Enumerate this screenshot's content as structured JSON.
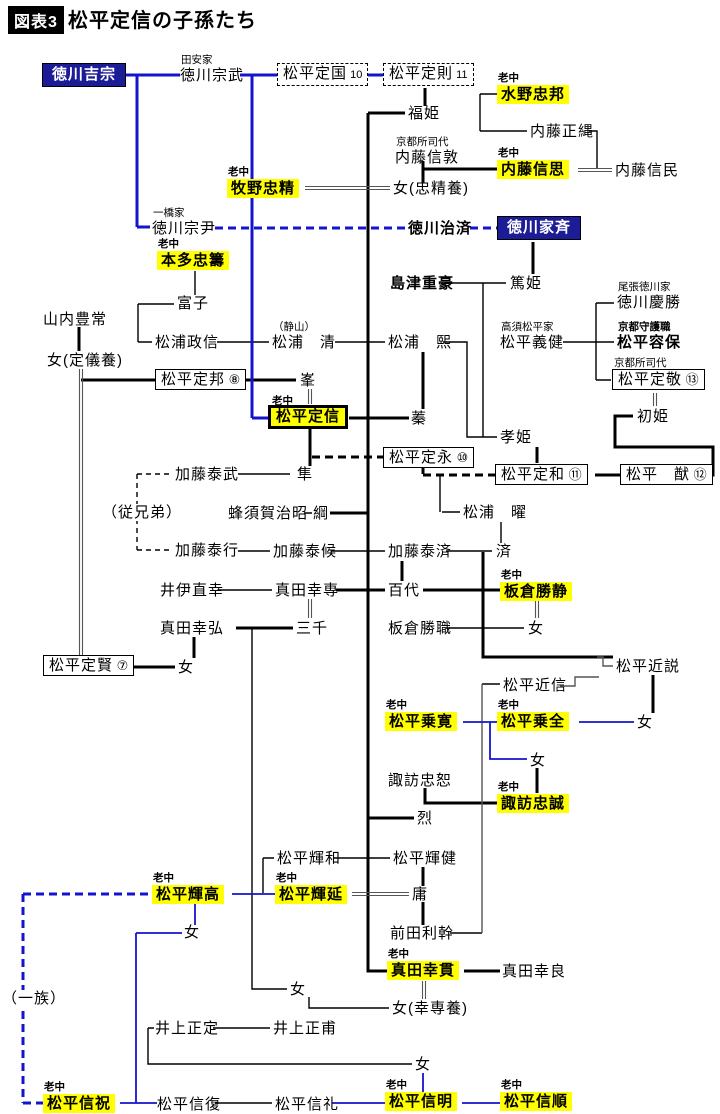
{
  "header": {
    "badge": "図表3",
    "title": "松平定信の子孫たち"
  },
  "nodes": [
    {
      "id": "tokugawa-yoshimune",
      "name": "徳川吉宗",
      "style": "navy"
    },
    {
      "id": "tokugawa-munetake",
      "name": "徳川宗武",
      "sub": "田安家",
      "style": "plain"
    },
    {
      "id": "matsudaira-sadakuni",
      "name": "松平定国",
      "num": "10",
      "style": "dbox"
    },
    {
      "id": "matsudaira-sadanori",
      "name": "松平定則",
      "num": "11",
      "style": "dbox"
    },
    {
      "id": "fukuhime",
      "name": "福姫",
      "style": "plain"
    },
    {
      "id": "mizuno-tadakuni",
      "name": "水野忠邦",
      "sub": "老中",
      "style": "ybox"
    },
    {
      "id": "naito-masatsuna",
      "name": "内藤正縄",
      "style": "plain"
    },
    {
      "id": "naito-nobuatsu",
      "name": "内藤信敦",
      "sub": "京都所司代",
      "style": "plain"
    },
    {
      "id": "naito-nobuomi",
      "name": "内藤信思",
      "sub": "老中",
      "style": "ybox"
    },
    {
      "id": "naito-nobutami",
      "name": "内藤信民",
      "style": "plain"
    },
    {
      "id": "makino-tadakiyo",
      "name": "牧野忠精",
      "sub": "老中",
      "style": "ybox"
    },
    {
      "id": "onna-tadakiyo",
      "name": "女(忠精養)",
      "style": "plain"
    },
    {
      "id": "tokugawa-munetada",
      "name": "徳川宗尹",
      "sub": "一橋家",
      "style": "plain"
    },
    {
      "id": "tokugawa-harusada",
      "name": "徳川治済",
      "style": "plain bold"
    },
    {
      "id": "tokugawa-ienari",
      "name": "徳川家斉",
      "style": "navy"
    },
    {
      "id": "honda-tadakazu",
      "name": "本多忠籌",
      "sub": "老中",
      "style": "ybox"
    },
    {
      "id": "shimazu-shigehide",
      "name": "島津重豪",
      "style": "plain bold"
    },
    {
      "id": "atsuhime",
      "name": "篤姫",
      "style": "plain"
    },
    {
      "id": "tomiko",
      "name": "富子",
      "style": "plain"
    },
    {
      "id": "tokugawa-yoshikatsu",
      "name": "徳川慶勝",
      "sub": "尾張徳川家",
      "style": "plain"
    },
    {
      "id": "yamauchi-toyotsune",
      "name": "山内豊常",
      "style": "plain"
    },
    {
      "id": "matsuura-masanobu",
      "name": "松浦政信",
      "style": "plain"
    },
    {
      "id": "matsuura-kiyoshi",
      "name": "松浦　清",
      "sub": "（静山）",
      "style": "plain"
    },
    {
      "id": "matsuura-hiroshi",
      "name": "松浦　熙",
      "style": "plain"
    },
    {
      "id": "matsudaira-yoshitake",
      "name": "松平義健",
      "sub": "高須松平家",
      "style": "plain"
    },
    {
      "id": "matsudaira-katamori",
      "name": "松平容保",
      "sub": "京都守護職",
      "style": "plain bold"
    },
    {
      "id": "onna-sadayoshi-yo",
      "name": "女(定儀養)",
      "style": "plain"
    },
    {
      "id": "matsudaira-sadakuni-8",
      "name": "松平定邦",
      "num": "⑧",
      "style": "rbox"
    },
    {
      "id": "mine",
      "name": "峯",
      "style": "plain"
    },
    {
      "id": "matsudaira-sadanobu",
      "name": "松平定信",
      "sub": "老中",
      "style": "ybdr"
    },
    {
      "id": "matsudaira-sadaaki",
      "name": "松平定敬",
      "num": "⑬",
      "sub": "京都所司代",
      "style": "rbox"
    },
    {
      "id": "shin",
      "name": "蓁",
      "style": "plain"
    },
    {
      "id": "hatsuhime",
      "name": "初姫",
      "style": "plain"
    },
    {
      "id": "takahime",
      "name": "孝姫",
      "style": "plain"
    },
    {
      "id": "matsudaira-sadanaga",
      "name": "松平定永",
      "num": "⑩",
      "style": "rbox"
    },
    {
      "id": "kato-yasutake",
      "name": "加藤泰武",
      "style": "plain"
    },
    {
      "id": "hayabusa",
      "name": "隼",
      "style": "plain"
    },
    {
      "id": "itoko-note",
      "name": "（従兄弟）",
      "style": "note"
    },
    {
      "id": "hachisuka-haruaki",
      "name": "蜂須賀治昭",
      "style": "plain"
    },
    {
      "id": "tsuna",
      "name": "綱",
      "style": "plain"
    },
    {
      "id": "matsuura-akira",
      "name": "松浦　曜",
      "style": "plain"
    },
    {
      "id": "matsudaira-sadakazu",
      "name": "松平定和",
      "num": "⑪",
      "style": "rbox"
    },
    {
      "id": "matsudaira-yu",
      "name": "松平　猷",
      "num": "⑫",
      "style": "rbox"
    },
    {
      "id": "kato-yasuyuki",
      "name": "加藤泰行",
      "style": "plain"
    },
    {
      "id": "kato-yasutoki",
      "name": "加藤泰候",
      "style": "plain"
    },
    {
      "id": "kato-yasuzumi",
      "name": "加藤泰済",
      "style": "plain"
    },
    {
      "id": "wataru",
      "name": "済",
      "style": "plain"
    },
    {
      "id": "ii-naohide",
      "name": "井伊直幸",
      "style": "plain"
    },
    {
      "id": "sanada-yukitaka",
      "name": "真田幸専",
      "style": "plain"
    },
    {
      "id": "momoyo",
      "name": "百代",
      "style": "plain"
    },
    {
      "id": "itakura-katsukiyo",
      "name": "板倉勝静",
      "sub": "老中",
      "style": "ybox"
    },
    {
      "id": "sanada-yukihiro",
      "name": "真田幸弘",
      "style": "plain"
    },
    {
      "id": "michi",
      "name": "三千",
      "style": "plain"
    },
    {
      "id": "itakura-katsutsune",
      "name": "板倉勝職",
      "style": "plain"
    },
    {
      "id": "onna-katsukiyo",
      "name": "女",
      "style": "plain"
    },
    {
      "id": "matsudaira-sadayoshi-7",
      "name": "松平定賢",
      "num": "⑦",
      "style": "rbox"
    },
    {
      "id": "onna-sadayoshi7",
      "name": "女",
      "style": "plain"
    },
    {
      "id": "matsudaira-chikayoshi",
      "name": "松平近説",
      "style": "plain"
    },
    {
      "id": "matsudaira-chikanobu",
      "name": "松平近信",
      "style": "plain"
    },
    {
      "id": "matsudaira-norihiro",
      "name": "松平乗寛",
      "sub": "老中",
      "style": "ybox"
    },
    {
      "id": "matsudaira-norimoto",
      "name": "松平乗全",
      "sub": "老中",
      "style": "ybox"
    },
    {
      "id": "onna-chikayoshi",
      "name": "女",
      "style": "plain"
    },
    {
      "id": "onna-norimoto",
      "name": "女",
      "style": "plain"
    },
    {
      "id": "suwa-tadamichi",
      "name": "諏訪忠恕",
      "style": "plain"
    },
    {
      "id": "suwa-tadanao",
      "name": "諏訪忠誠",
      "sub": "老中",
      "style": "ybox"
    },
    {
      "id": "retsu",
      "name": "烈",
      "style": "plain"
    },
    {
      "id": "matsudaira-teruyoshi",
      "name": "松平輝和",
      "style": "plain"
    },
    {
      "id": "matsudaira-terutoshi",
      "name": "松平輝健",
      "style": "plain"
    },
    {
      "id": "matsudaira-terutaka",
      "name": "松平輝高",
      "sub": "老中",
      "style": "ybox"
    },
    {
      "id": "matsudaira-terunobu",
      "name": "松平輝延",
      "sub": "老中",
      "style": "ybox"
    },
    {
      "id": "yo",
      "name": "庸",
      "style": "plain"
    },
    {
      "id": "onna-terutaka",
      "name": "女",
      "style": "plain"
    },
    {
      "id": "maeda-toshitsuyo",
      "name": "前田利幹",
      "style": "plain"
    },
    {
      "id": "sanada-yukitsura",
      "name": "真田幸貫",
      "sub": "老中",
      "style": "ybox"
    },
    {
      "id": "sanada-yukiyoshi",
      "name": "真田幸良",
      "style": "plain"
    },
    {
      "id": "onna-yukihiro",
      "name": "女",
      "style": "plain"
    },
    {
      "id": "ichizoku-note",
      "name": "（一族）",
      "style": "note"
    },
    {
      "id": "onna-yukitaka-yo",
      "name": "女(幸専養)",
      "style": "plain"
    },
    {
      "id": "inoue-masasada",
      "name": "井上正定",
      "style": "plain"
    },
    {
      "id": "inoue-masamoto",
      "name": "井上正甫",
      "style": "plain"
    },
    {
      "id": "onna-nobuakira",
      "name": "女",
      "style": "plain"
    },
    {
      "id": "matsudaira-nobutoki",
      "name": "松平信祝",
      "sub": "老中",
      "style": "ybox"
    },
    {
      "id": "matsudaira-nobunao",
      "name": "松平信復",
      "style": "plain"
    },
    {
      "id": "matsudaira-nobunori",
      "name": "松平信礼",
      "style": "plain"
    },
    {
      "id": "matsudaira-nobuakira",
      "name": "松平信明",
      "sub": "老中",
      "style": "ybox"
    },
    {
      "id": "matsudaira-nobuyori",
      "name": "松平信順",
      "sub": "老中",
      "style": "ybox"
    }
  ],
  "colors": {
    "accent_blue": "#1414cc",
    "highlight_yellow": "#ffff00",
    "navy_box": "#1c1c96"
  }
}
